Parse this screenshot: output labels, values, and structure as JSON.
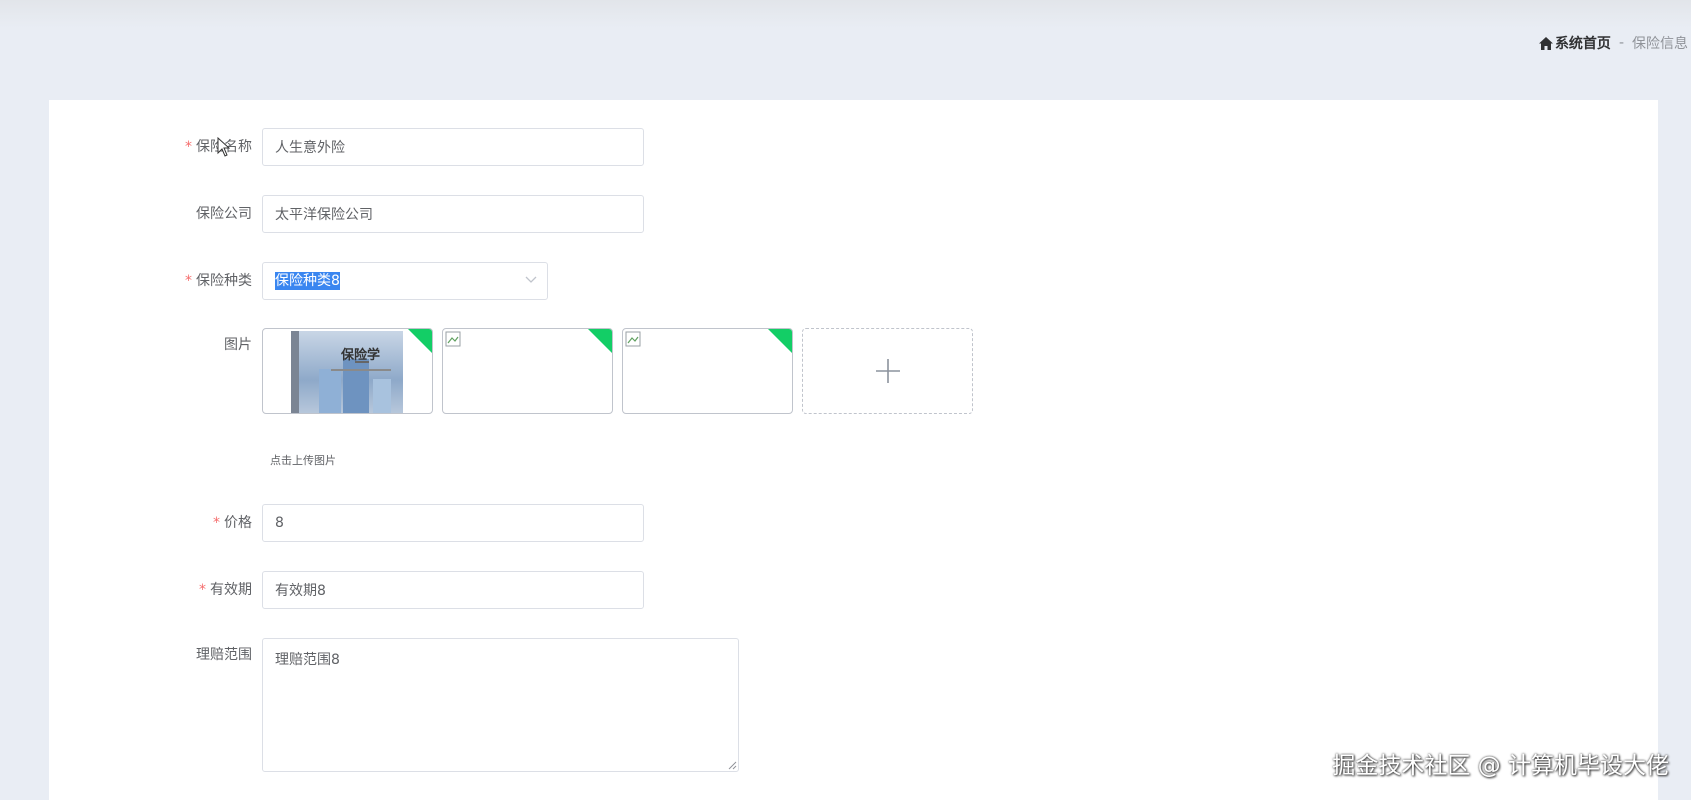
{
  "breadcrumb": {
    "home": "系统首页",
    "separator": "-",
    "current": "保险信息"
  },
  "form": {
    "name": {
      "label": "保险名称",
      "required": "*",
      "value": "人生意外险"
    },
    "company": {
      "label": "保险公司",
      "value": "太平洋保险公司"
    },
    "category": {
      "label": "保险种类",
      "required": "*",
      "value": "保险种类8"
    },
    "images": {
      "label": "图片",
      "tip": "点击上传图片",
      "book_title": "保险学"
    },
    "price": {
      "label": "价格",
      "required": "*",
      "value": "8"
    },
    "validity": {
      "label": "有效期",
      "required": "*",
      "value": "有效期8"
    },
    "claim_scope": {
      "label": "理赔范围",
      "value": "理赔范围8"
    }
  },
  "watermark": "掘金技术社区 @ 计算机毕设大佬",
  "colors": {
    "required": "#f56c6c",
    "success_badge": "#13ce66",
    "selection": "#3a86f0",
    "page_background": "#e9edf4"
  }
}
